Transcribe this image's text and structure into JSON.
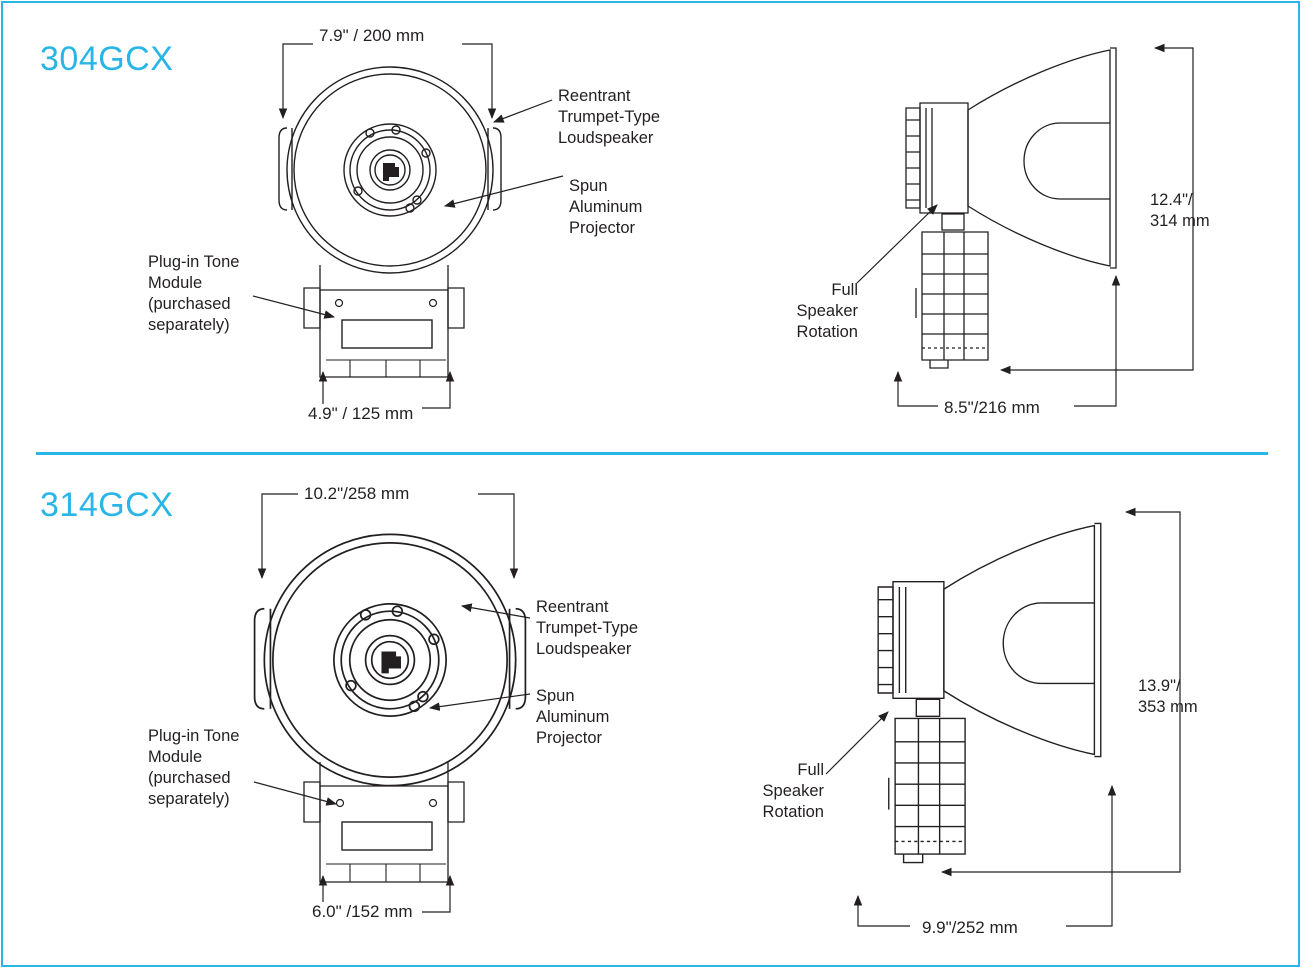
{
  "colors": {
    "accent": "#29b6e6",
    "ink": "#231f20"
  },
  "upper": {
    "model": "304GCX",
    "front_width": "7.9\" / 200 mm",
    "base_width": "4.9\" / 125 mm",
    "side_height": [
      "12.4\"/",
      "314 mm"
    ],
    "side_depth": "8.5\"/216 mm",
    "callouts": {
      "loudspeaker": [
        "Reentrant",
        "Trumpet-Type",
        "Loudspeaker"
      ],
      "projector": [
        "Spun",
        "Aluminum",
        "Projector"
      ],
      "tone_module": [
        "Plug-in Tone",
        "Module",
        "(purchased",
        "separately)"
      ],
      "rotation": [
        "Full",
        "Speaker",
        "Rotation"
      ]
    }
  },
  "lower": {
    "model": "314GCX",
    "front_width": "10.2\"/258 mm",
    "base_width": "6.0\" /152 mm",
    "side_height": [
      "13.9\"/",
      "353 mm"
    ],
    "side_depth": "9.9\"/252 mm",
    "callouts": {
      "loudspeaker": [
        "Reentrant",
        "Trumpet-Type",
        "Loudspeaker"
      ],
      "projector": [
        "Spun",
        "Aluminum",
        "Projector"
      ],
      "tone_module": [
        "Plug-in Tone",
        "Module",
        "(purchased",
        "separately)"
      ],
      "rotation": [
        "Full",
        "Speaker",
        "Rotation"
      ]
    }
  }
}
